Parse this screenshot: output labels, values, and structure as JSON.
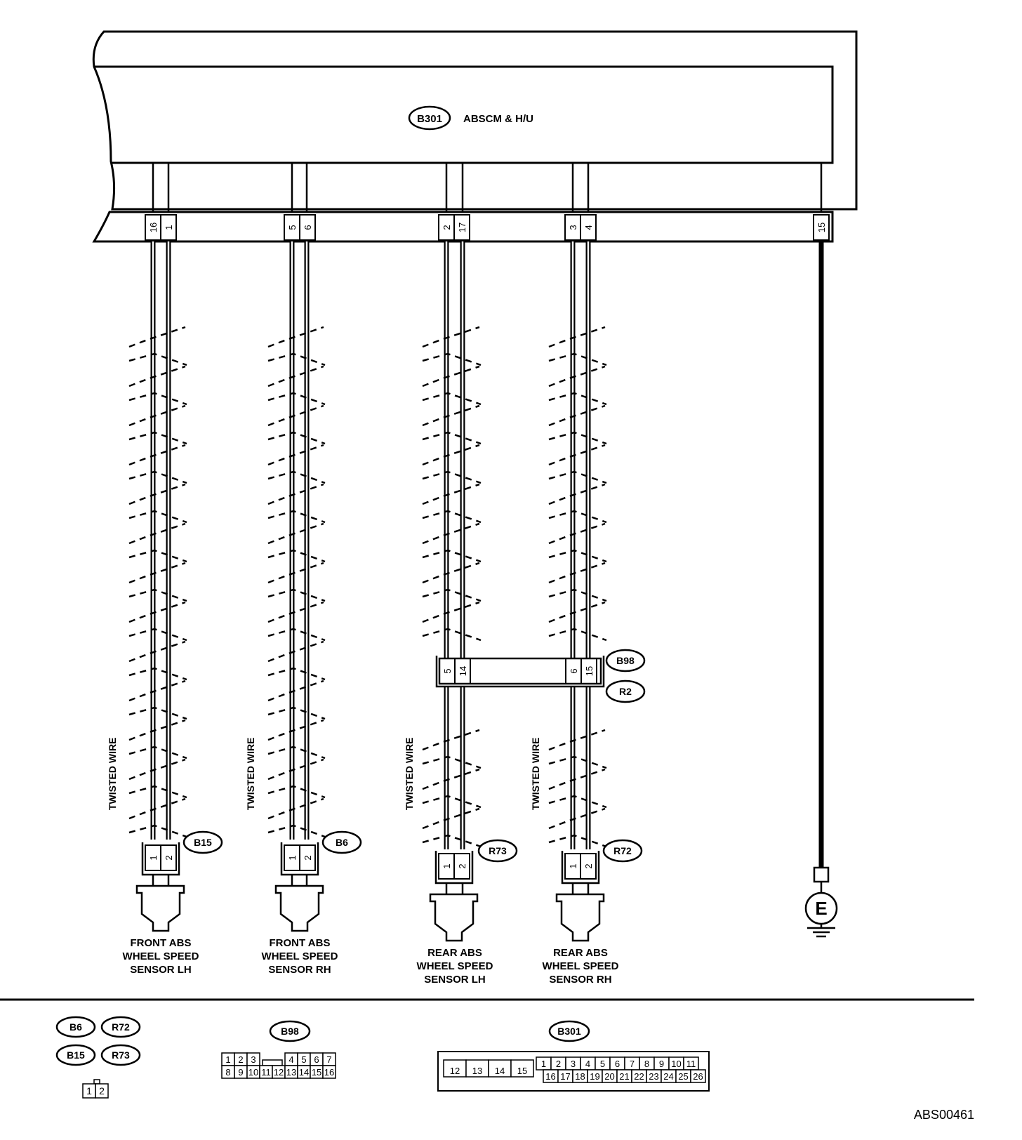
{
  "module": {
    "code": "B301",
    "name": "ABSCM & H/U"
  },
  "module_pins": [
    "16",
    "1",
    "5",
    "6",
    "2",
    "17",
    "3",
    "4",
    "15"
  ],
  "twisted_label": "TWISTED WIRE",
  "intermediate": {
    "top_code": "B98",
    "bottom_code": "R2",
    "pins": [
      "5",
      "14",
      "6",
      "15"
    ]
  },
  "sensors": [
    {
      "code": "B15",
      "pins": [
        "1",
        "2"
      ],
      "label": [
        "FRONT ABS",
        "WHEEL SPEED",
        "SENSOR LH"
      ]
    },
    {
      "code": "B6",
      "pins": [
        "1",
        "2"
      ],
      "label": [
        "FRONT ABS",
        "WHEEL SPEED",
        "SENSOR RH"
      ]
    },
    {
      "code": "R73",
      "pins": [
        "1",
        "2"
      ],
      "label": [
        "REAR ABS",
        "WHEEL SPEED",
        "SENSOR LH"
      ]
    },
    {
      "code": "R72",
      "pins": [
        "1",
        "2"
      ],
      "label": [
        "REAR ABS",
        "WHEEL SPEED",
        "SENSOR RH"
      ]
    }
  ],
  "ground_symbol": "E",
  "legend": {
    "small_codes": [
      "B6",
      "R72",
      "B15",
      "R73"
    ],
    "small_pins": [
      "1",
      "2"
    ],
    "b98": {
      "code": "B98",
      "row1": [
        "1",
        "2",
        "3",
        "4",
        "5",
        "6",
        "7"
      ],
      "row2": [
        "8",
        "9",
        "10",
        "11",
        "12",
        "13",
        "14",
        "15",
        "16"
      ]
    },
    "b301": {
      "code": "B301",
      "left": [
        "12",
        "13",
        "14",
        "15"
      ],
      "row1": [
        "1",
        "2",
        "3",
        "4",
        "5",
        "6",
        "7",
        "8",
        "9",
        "10",
        "11"
      ],
      "row2": [
        "16",
        "17",
        "18",
        "19",
        "20",
        "21",
        "22",
        "23",
        "24",
        "25",
        "26"
      ]
    }
  },
  "figure_id": "ABS00461"
}
